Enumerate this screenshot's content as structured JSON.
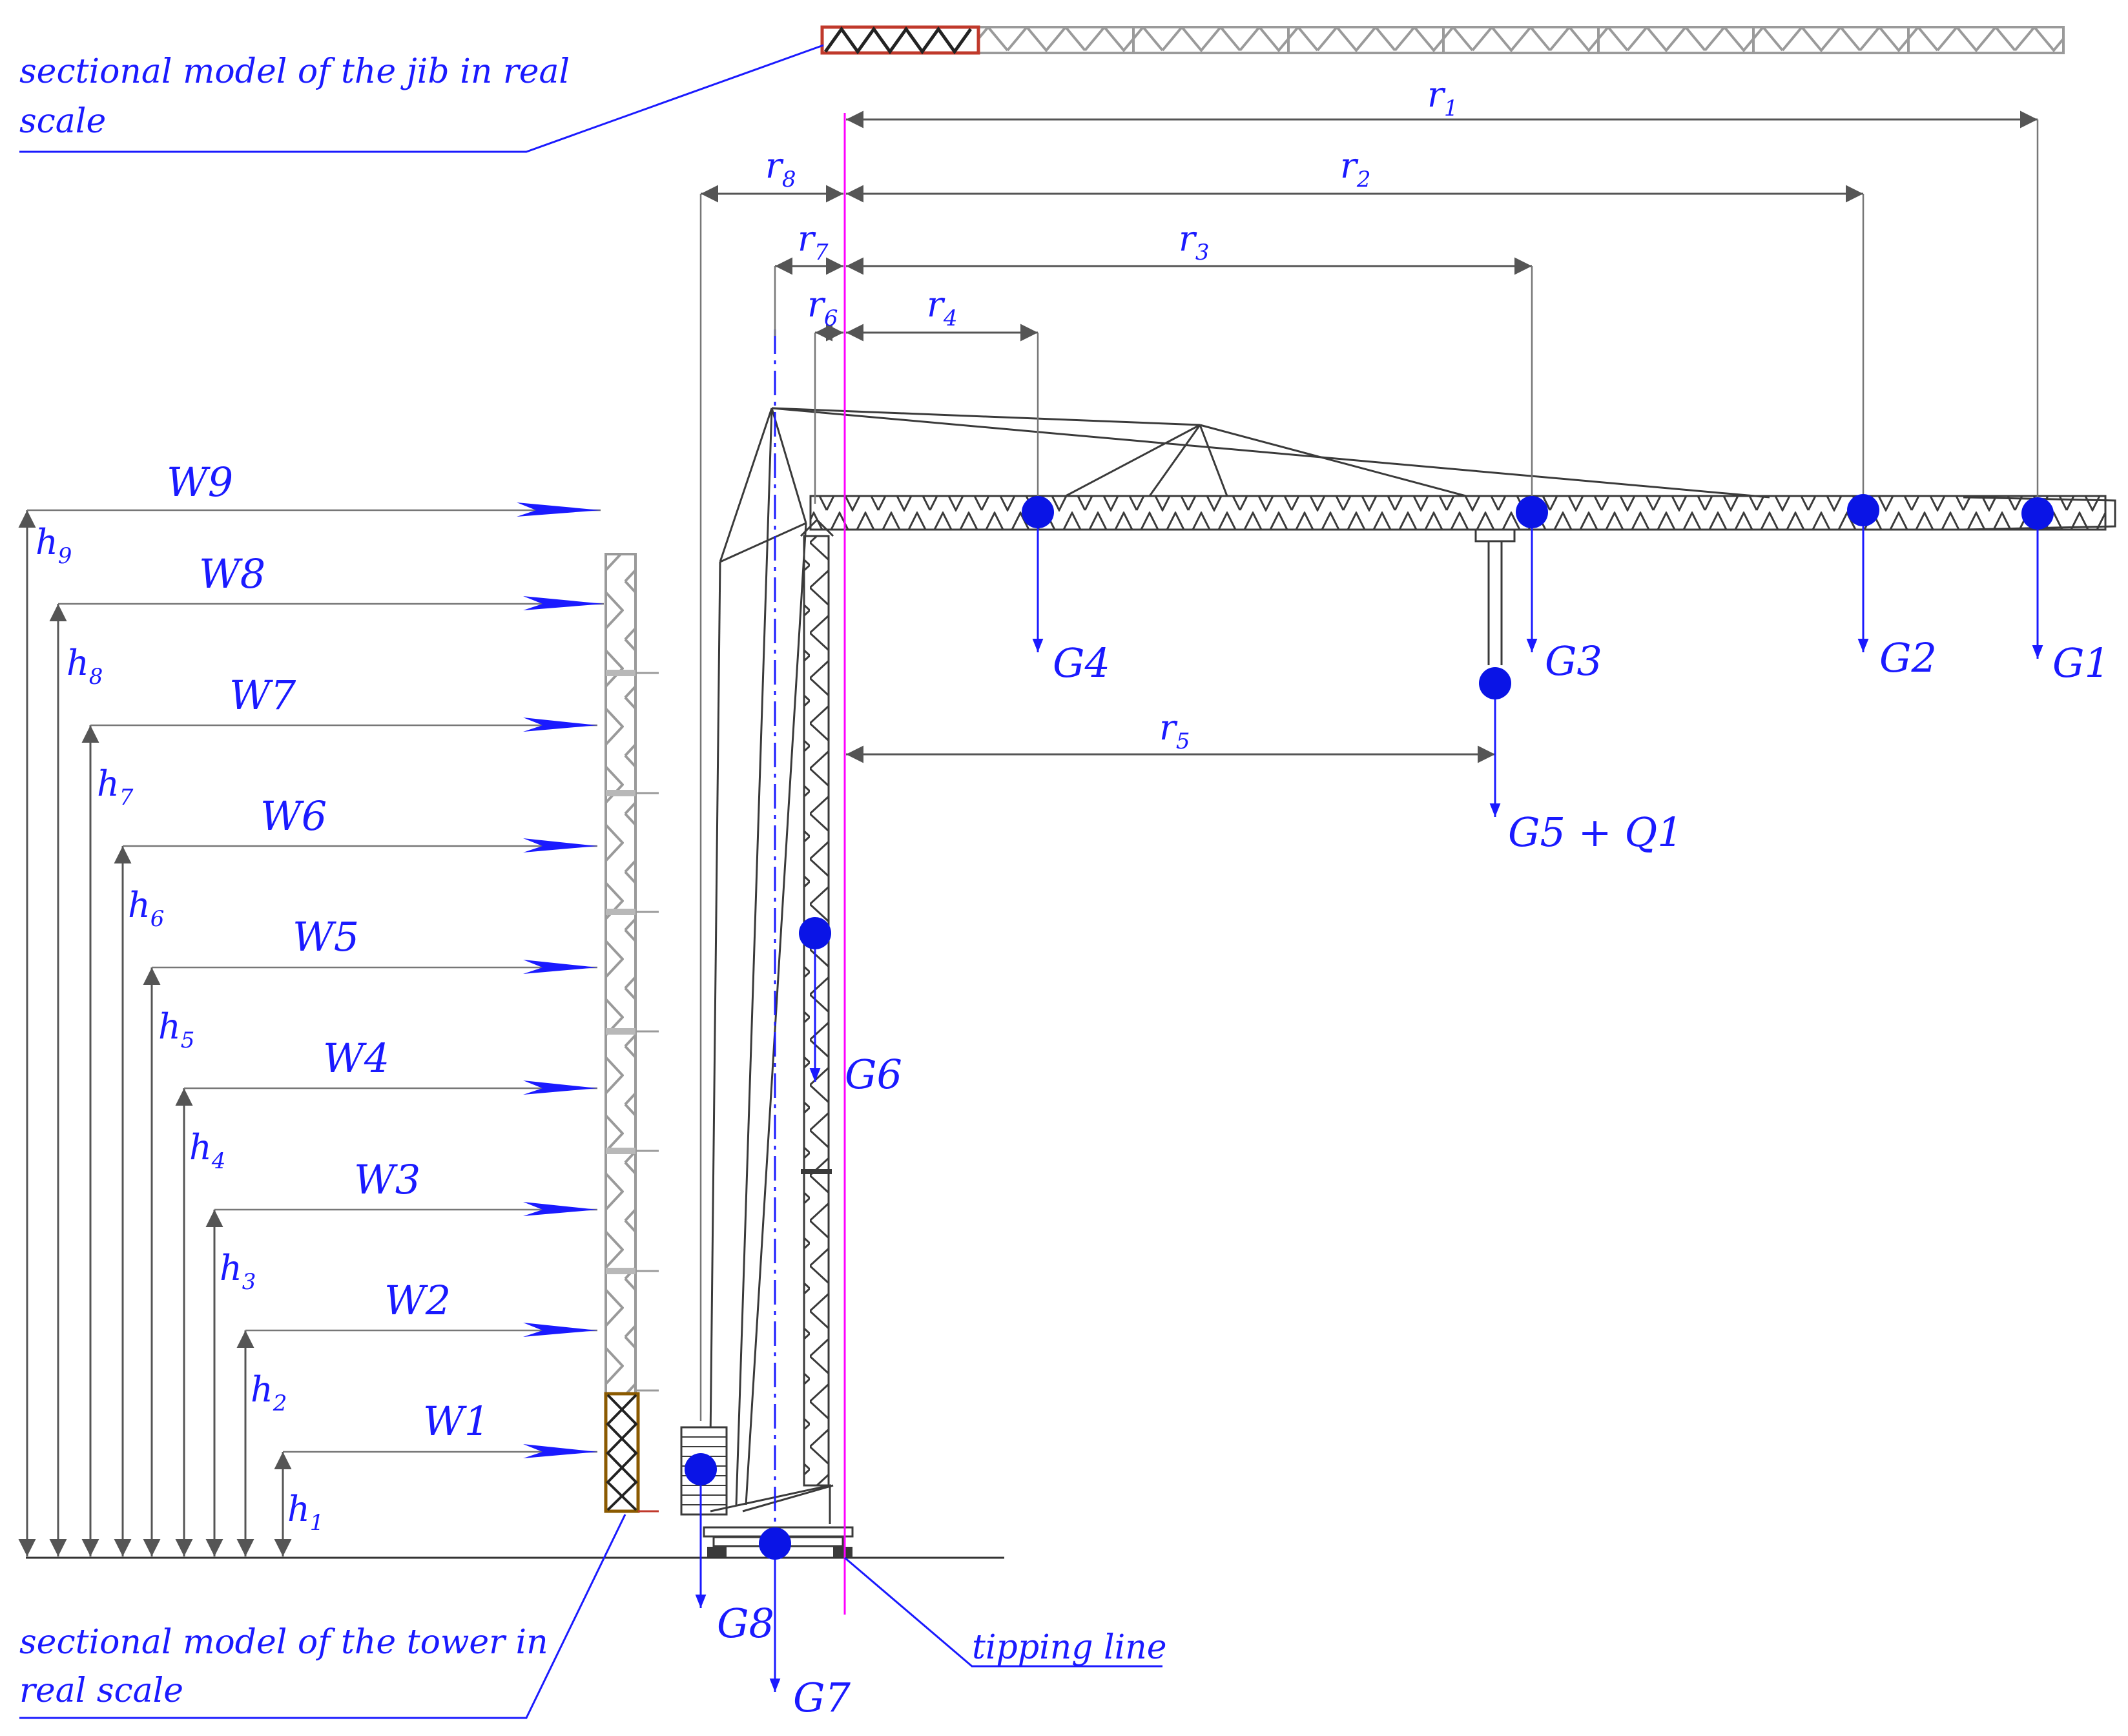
{
  "labels": {
    "jib_model_note_line1": "sectional model of the jib in real",
    "jib_model_note_line2": "scale",
    "tower_model_note_line1": "sectional model of the tower in",
    "tower_model_note_line2": "real scale",
    "tipping_line": "tipping line"
  },
  "loads": {
    "G1": "G1",
    "G2": "G2",
    "G3": "G3",
    "G4": "G4",
    "G5Q1": "G5 + Q1",
    "G6": "G6",
    "G7": "G7",
    "G8": "G8"
  },
  "wind": {
    "W1": "W1",
    "W2": "W2",
    "W3": "W3",
    "W4": "W4",
    "W5": "W5",
    "W6": "W6",
    "W7": "W7",
    "W8": "W8",
    "W9": "W9"
  },
  "radii": {
    "r1": {
      "base": "r",
      "sub": "1"
    },
    "r2": {
      "base": "r",
      "sub": "2"
    },
    "r3": {
      "base": "r",
      "sub": "3"
    },
    "r4": {
      "base": "r",
      "sub": "4"
    },
    "r5": {
      "base": "r",
      "sub": "5"
    },
    "r6": {
      "base": "r",
      "sub": "6"
    },
    "r7": {
      "base": "r",
      "sub": "7"
    },
    "r8": {
      "base": "r",
      "sub": "8"
    }
  },
  "heights": {
    "h1": {
      "base": "h",
      "sub": "1"
    },
    "h2": {
      "base": "h",
      "sub": "2"
    },
    "h3": {
      "base": "h",
      "sub": "3"
    },
    "h4": {
      "base": "h",
      "sub": "4"
    },
    "h5": {
      "base": "h",
      "sub": "5"
    },
    "h6": {
      "base": "h",
      "sub": "6"
    },
    "h7": {
      "base": "h",
      "sub": "7"
    },
    "h8": {
      "base": "h",
      "sub": "8"
    },
    "h9": {
      "base": "h",
      "sub": "9"
    }
  },
  "colors": {
    "label_blue": "#1a1aff",
    "mass_blue": "#0a14e6",
    "tipping_line": "#ff00ff",
    "model_highlight": "#c0392b",
    "tower_section": "#8b5a00"
  }
}
